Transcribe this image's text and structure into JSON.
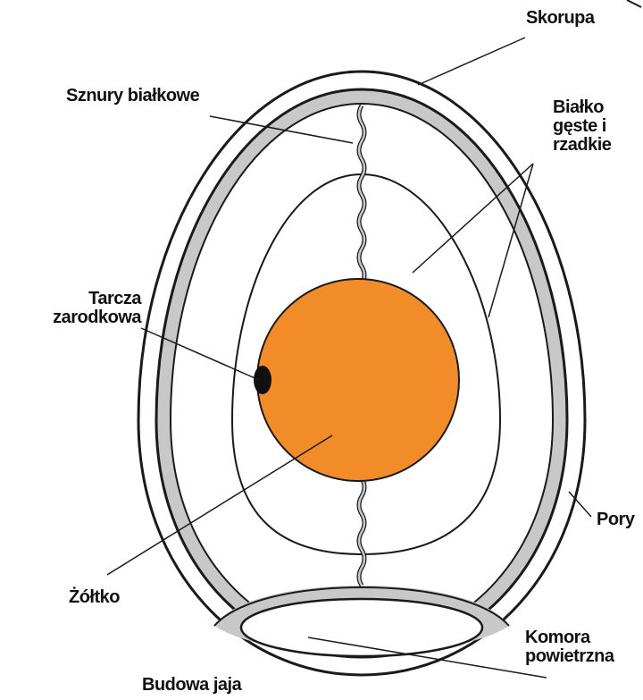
{
  "labels": {
    "shell": "Skorupa",
    "chalazae": "Sznury białkowe",
    "albumen": "Białko\ngęste i\nrzadkie",
    "germinal_disc": "Tarcza\nzarodkowa",
    "pores": "Pory",
    "yolk": "Żółtko",
    "air_cell": "Komora\npowietrzna",
    "caption": "Budowa jaja"
  },
  "colors": {
    "yolk": "#f28c28",
    "membrane": "#c8c8c8",
    "outline": "#1a1a1a",
    "background": "#ffffff",
    "germinal_disc": "#111111"
  }
}
